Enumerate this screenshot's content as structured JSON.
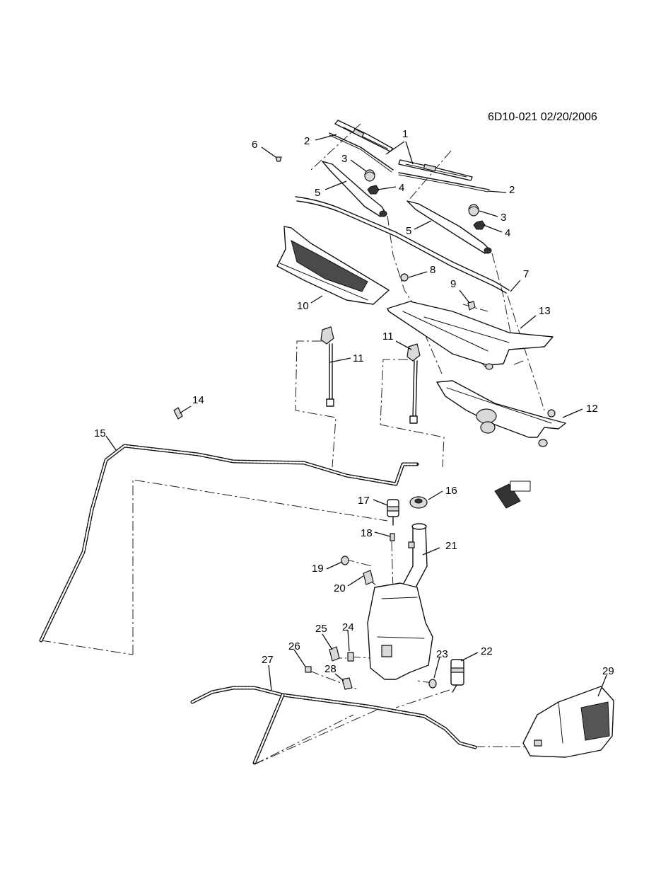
{
  "header": {
    "reference": "6D10-021  02/20/2006"
  },
  "callouts": [
    {
      "id": "c1a",
      "label": "1"
    },
    {
      "id": "c2a",
      "label": "2"
    },
    {
      "id": "c2b",
      "label": "2"
    },
    {
      "id": "c3a",
      "label": "3"
    },
    {
      "id": "c3b",
      "label": "3"
    },
    {
      "id": "c4a",
      "label": "4"
    },
    {
      "id": "c4b",
      "label": "4"
    },
    {
      "id": "c5a",
      "label": "5"
    },
    {
      "id": "c5b",
      "label": "5"
    },
    {
      "id": "c6",
      "label": "6"
    },
    {
      "id": "c7",
      "label": "7"
    },
    {
      "id": "c8",
      "label": "8"
    },
    {
      "id": "c9",
      "label": "9"
    },
    {
      "id": "c10",
      "label": "10"
    },
    {
      "id": "c11a",
      "label": "11"
    },
    {
      "id": "c11b",
      "label": "11"
    },
    {
      "id": "c12",
      "label": "12"
    },
    {
      "id": "c13",
      "label": "13"
    },
    {
      "id": "c14",
      "label": "14"
    },
    {
      "id": "c15",
      "label": "15"
    },
    {
      "id": "c16",
      "label": "16"
    },
    {
      "id": "c17",
      "label": "17"
    },
    {
      "id": "c18",
      "label": "18"
    },
    {
      "id": "c19",
      "label": "19"
    },
    {
      "id": "c20",
      "label": "20"
    },
    {
      "id": "c21",
      "label": "21"
    },
    {
      "id": "c22",
      "label": "22"
    },
    {
      "id": "c23",
      "label": "23"
    },
    {
      "id": "c24",
      "label": "24"
    },
    {
      "id": "c25",
      "label": "25"
    },
    {
      "id": "c26",
      "label": "26"
    },
    {
      "id": "c27",
      "label": "27"
    },
    {
      "id": "c28",
      "label": "28"
    },
    {
      "id": "c29",
      "label": "29"
    }
  ],
  "icons": {
    "front_indicator": "front-direction-icon"
  }
}
